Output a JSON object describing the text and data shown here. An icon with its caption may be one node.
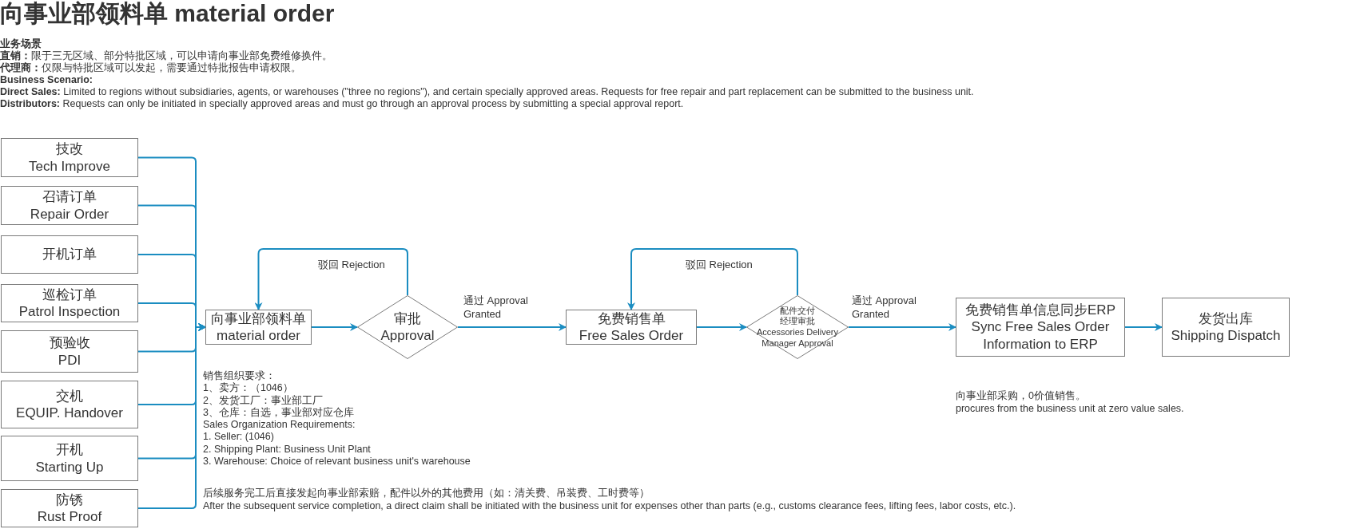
{
  "diagram": {
    "title": "向事业部领料单 material order",
    "nodes": [
      {
        "text": [
          "技改",
          "Tech Improve"
        ]
      },
      {
        "text": [
          "召请订单",
          "Repair Order"
        ]
      },
      {
        "text": [
          "开机订单"
        ]
      },
      {
        "text": [
          "巡检订单",
          "Patrol Inspection"
        ]
      },
      {
        "text": [
          "预验收",
          "PDI"
        ]
      },
      {
        "text": [
          "交机",
          "EQUIP. Handover"
        ]
      },
      {
        "text": [
          "开机",
          "Starting Up"
        ]
      },
      {
        "text": [
          "防锈",
          "Rust Proof"
        ]
      },
      {
        "text": [
          "向事业部领料单",
          "material order"
        ]
      },
      {
        "text": [
          "审批",
          "Approval"
        ]
      },
      {
        "text": [
          "免费销售单",
          "Free Sales Order"
        ]
      },
      {
        "text": [
          "配件交付经理审批",
          "Accessories Delivery Manager Approval"
        ]
      },
      {
        "text": [
          "免费销售单信息同步ERP",
          "Sync Free Sales Order Information to ERP"
        ]
      },
      {
        "text": [
          "发货出库",
          "Shipping Dispatch"
        ]
      }
    ],
    "edges": [
      {
        "from": 0,
        "to": 8,
        "arrow": "to"
      },
      {
        "from": 1,
        "to": 8,
        "arrow": "to"
      },
      {
        "from": 2,
        "to": 8,
        "arrow": "to"
      },
      {
        "from": 3,
        "to": 8,
        "arrow": "to"
      },
      {
        "from": 4,
        "to": 8,
        "arrow": "to"
      },
      {
        "from": 5,
        "to": 8,
        "arrow": "to"
      },
      {
        "from": 6,
        "to": 8,
        "arrow": "to"
      },
      {
        "from": 7,
        "to": 8,
        "arrow": "to"
      },
      {
        "from": 8,
        "to": 9,
        "arrow": "to"
      },
      {
        "from": 9,
        "to": 8,
        "arrow": "to",
        "label": "驳回 Rejection"
      },
      {
        "from": 9,
        "to": 10,
        "arrow": "to",
        "label": "通过 Approval Granted"
      },
      {
        "from": 10,
        "to": 11,
        "arrow": "to"
      },
      {
        "from": 11,
        "to": 10,
        "arrow": "to",
        "label": "驳回 Rejection"
      },
      {
        "from": 11,
        "to": 12,
        "arrow": "to",
        "label": "通过 Approval Granted"
      },
      {
        "from": 12,
        "to": 13,
        "arrow": "to"
      }
    ],
    "labels": [
      "业务场景",
      "**直销：**限于三无区域、部分特批区域，可以申请向事业部免费维修换件。",
      "**代理商：**仅限与特批区域可以发起，需要通过特批报告申请权限。",
      "Business Scenario:",
      "**Direct Sales:** Limited to regions without subsidiaries, agents, or warehouses (\"three no regions\"), and certain specially approved areas. Requests for free repair and part replacement can be submitted to the business unit.",
      "**Distributors:** Requests can only be initiated in specially approved areas and must go through an approval process by submitting a special approval report.",
      "销售组织要求：",
      "1、卖方：（1046）",
      "2、发货工厂：事业部工厂",
      "3、仓库：自选，事业部对应仓库",
      "Sales Organization Requirements:",
      "1. Seller: (1046)",
      "2. Shipping Plant: Business Unit Plant",
      "3. Warehouse: Choice of relevant business unit's warehouse",
      "向事业部采购，0价值销售。",
      "procures from the business unit at zero value sales.",
      "后续服务完工后直接发起向事业部索赔，配件以外的其他费用（如：清关费、吊装费、工时费等）",
      "After the subsequent service completion, a direct claim shall be initiated with the business unit for expenses other than parts (e.g., customs clearance fees, lifting fees, labor costs, etc.)."
    ]
  }
}
